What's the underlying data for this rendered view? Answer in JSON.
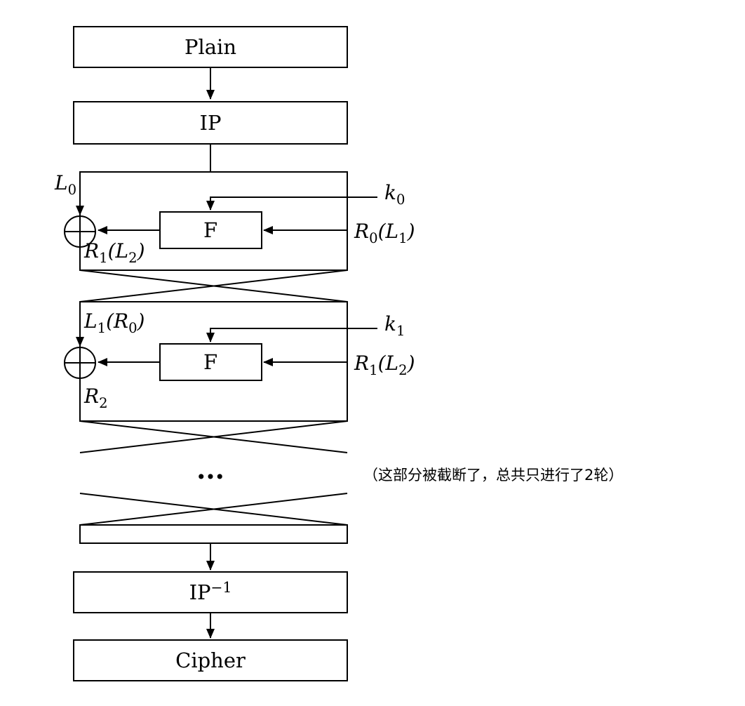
{
  "colors": {
    "line": "#000000",
    "background": "#ffffff",
    "box_fill": "#ffffff"
  },
  "boxes": {
    "plain": "Plain",
    "ip": "IP",
    "ip_inverse": [
      {
        "t": "IP"
      },
      {
        "t": "−1",
        "sup": true
      }
    ],
    "cipher": "Cipher"
  },
  "round1": {
    "f": "F",
    "l0": [
      {
        "t": "L"
      },
      {
        "t": "0",
        "sub": true
      }
    ],
    "k0": [
      {
        "t": "k"
      },
      {
        "t": "0",
        "sub": true
      }
    ],
    "r0_l1": [
      {
        "t": "R"
      },
      {
        "t": "0",
        "sub": true
      },
      {
        "t": "(L"
      },
      {
        "t": "1",
        "sub": true
      },
      {
        "t": ")"
      }
    ],
    "r1_l2": [
      {
        "t": "R"
      },
      {
        "t": "1",
        "sub": true
      },
      {
        "t": "(L"
      },
      {
        "t": "2",
        "sub": true
      },
      {
        "t": ")"
      }
    ]
  },
  "round2": {
    "f": "F",
    "l1_r0": [
      {
        "t": "L"
      },
      {
        "t": "1",
        "sub": true
      },
      {
        "t": "(R"
      },
      {
        "t": "0",
        "sub": true
      },
      {
        "t": ")"
      }
    ],
    "k1": [
      {
        "t": "k"
      },
      {
        "t": "1",
        "sub": true
      }
    ],
    "r1_l2": [
      {
        "t": "R"
      },
      {
        "t": "1",
        "sub": true
      },
      {
        "t": "(L"
      },
      {
        "t": "2",
        "sub": true
      },
      {
        "t": ")"
      }
    ],
    "r2": [
      {
        "t": "R"
      },
      {
        "t": "2",
        "sub": true
      }
    ]
  },
  "ellipsis": "...",
  "annotation": "（这部分被截断了，总共只进行了2轮）"
}
